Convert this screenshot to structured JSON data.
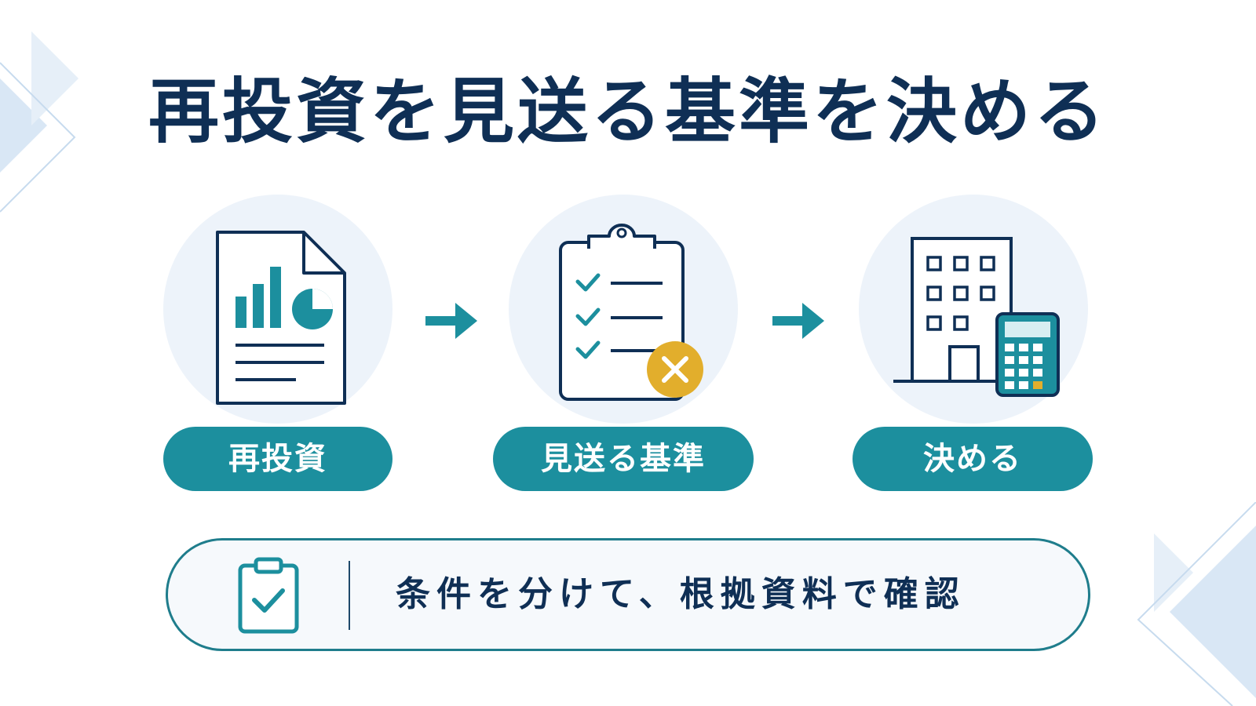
{
  "title": "再投資を見送る基準を決める",
  "steps": [
    {
      "label": "再投資",
      "icon": "report-document-icon"
    },
    {
      "label": "見送る基準",
      "icon": "checklist-clipboard-icon"
    },
    {
      "label": "決める",
      "icon": "building-calculator-icon"
    }
  ],
  "bottom": {
    "text": "条件を分けて、根拠資料で確認",
    "icon": "clipboard-check-icon"
  },
  "colors": {
    "navy": "#0f2f55",
    "teal": "#1c8f9e",
    "accent_yellow": "#e2ae2c",
    "circle_bg": "#edf3fa"
  }
}
